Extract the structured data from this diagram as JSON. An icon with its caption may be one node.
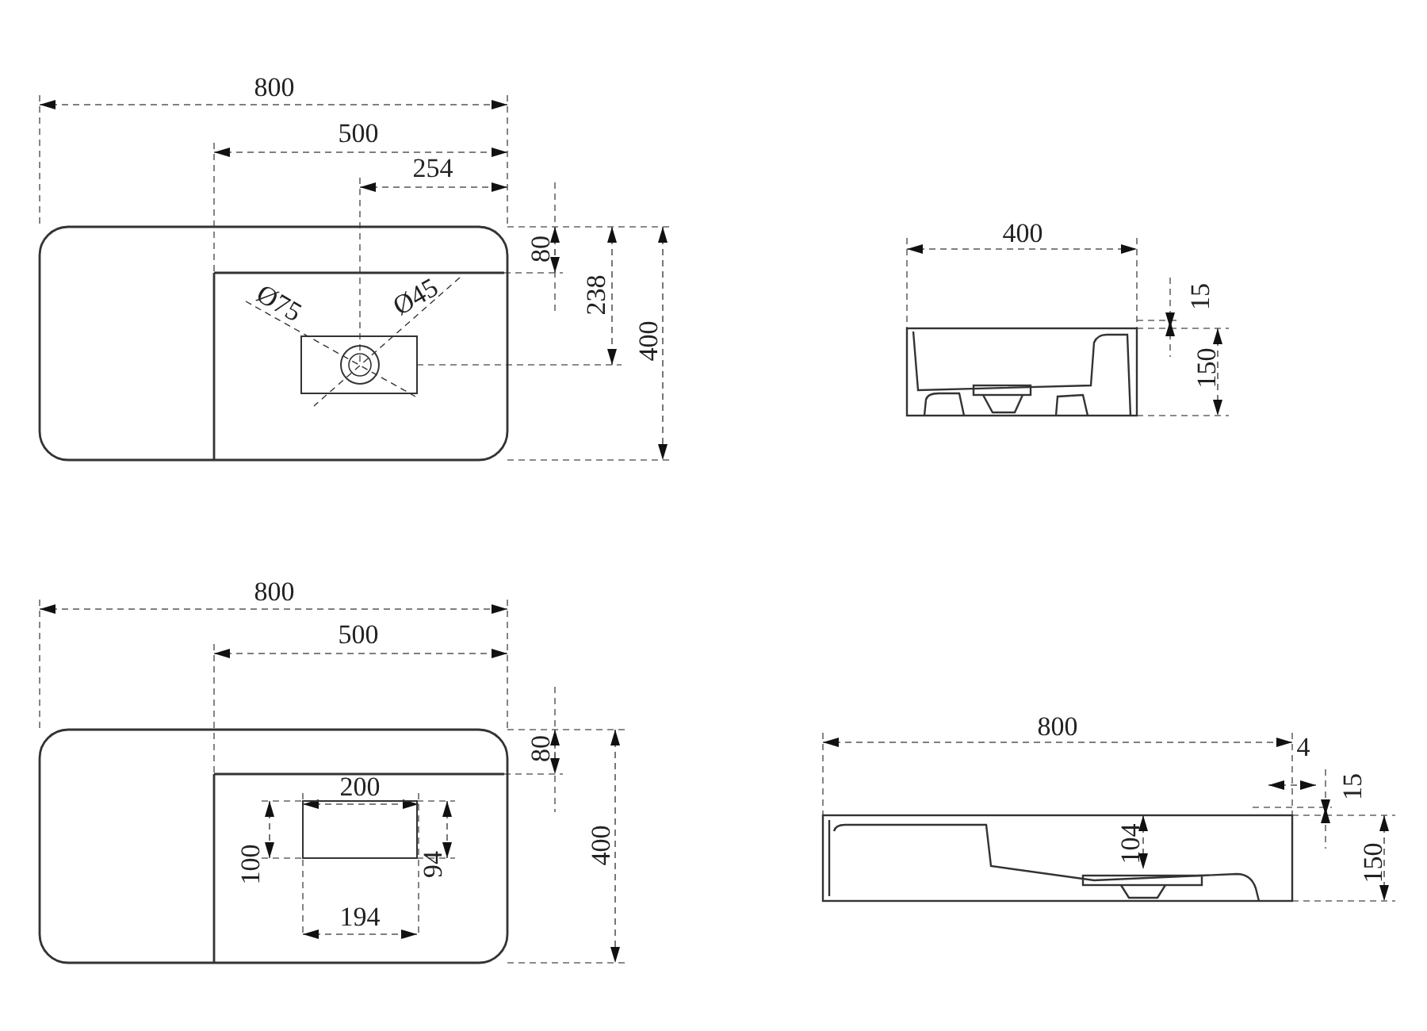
{
  "diagram": {
    "labels": [
      "800",
      "500",
      "254",
      "80",
      "238",
      "400",
      "Ø75",
      "Ø45",
      "400",
      "15",
      "150",
      "800",
      "500",
      "80",
      "200",
      "100",
      "94",
      "400",
      "194",
      "800",
      "4",
      "15",
      "104",
      "150"
    ]
  }
}
